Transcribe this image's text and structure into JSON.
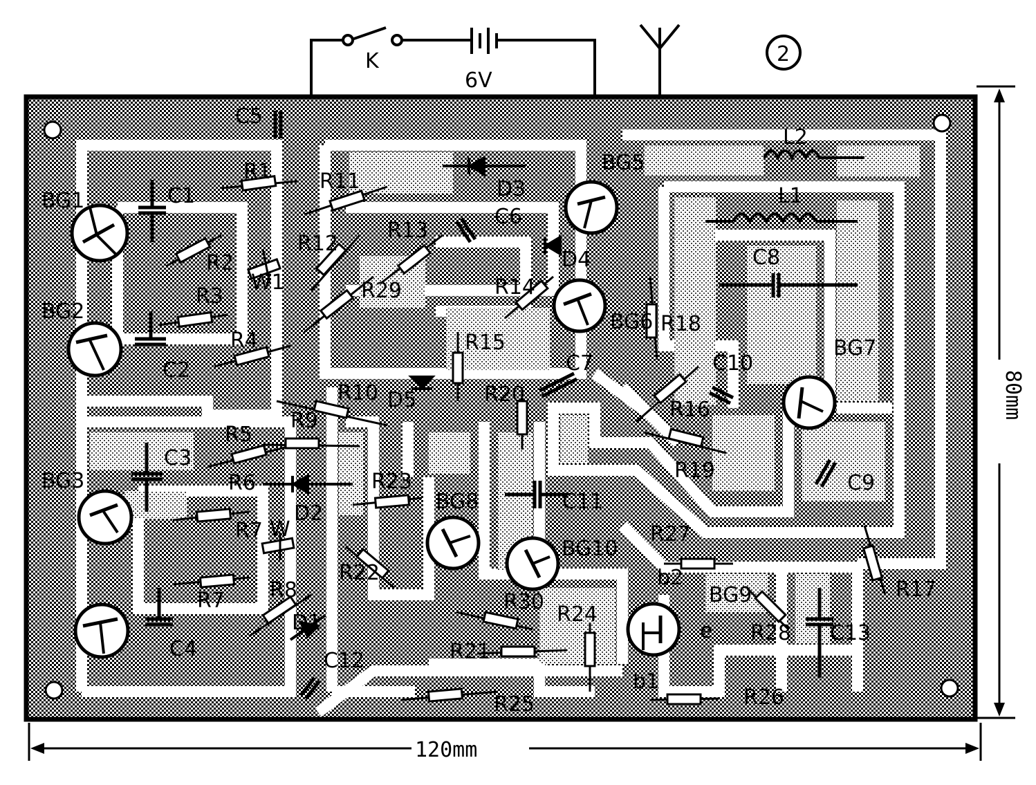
{
  "figure": {
    "number": "2",
    "supply": {
      "switch_label": "K",
      "battery_label": "6V"
    },
    "dimensions": {
      "width": "120mm",
      "height": "80mm"
    },
    "transistors": [
      {
        "id": "bg1",
        "label": "BG1"
      },
      {
        "id": "bg2",
        "label": "BG2"
      },
      {
        "id": "bg3",
        "label": "BG3"
      },
      {
        "id": "bg4",
        "label": ""
      },
      {
        "id": "bg5",
        "label": "BG5"
      },
      {
        "id": "bg6",
        "label": "BG6"
      },
      {
        "id": "bg7",
        "label": "BG7"
      },
      {
        "id": "bg8",
        "label": "BG8"
      },
      {
        "id": "bg9",
        "label": "BG9"
      },
      {
        "id": "bg10",
        "label": "BG10"
      }
    ],
    "components": {
      "R1": "R1",
      "R2": "R2",
      "R3": "R3",
      "R4": "R4",
      "R5": "R5",
      "R6": "R6",
      "R7a": "R7",
      "R7b": "R7",
      "R8": "R8",
      "R9": "R9",
      "R10": "R10",
      "R11": "R11",
      "R12": "R12",
      "R13": "R13",
      "R14": "R14",
      "R15": "R15",
      "R16": "R16",
      "R17": "R17",
      "R18": "R18",
      "R19": "R19",
      "R20": "R20",
      "R21": "R21",
      "R22": "R22",
      "R23": "R23",
      "R24": "R24",
      "R25": "R25",
      "R26": "R26",
      "R27": "R27",
      "R28": "R28",
      "R29": "R29",
      "R30": "R30",
      "C1": "C1",
      "C2": "C2",
      "C3": "C3",
      "C4": "C4",
      "C5": "C5",
      "C6": "C6",
      "C7": "C7",
      "C8": "C8",
      "C9": "C9",
      "C10": "C10",
      "C11": "C11",
      "C12": "C12",
      "C13": "C13",
      "D1": "D1",
      "D2": "D2",
      "D3": "D3",
      "D4": "D4",
      "D5": "D5",
      "L1": "L1",
      "L2": "L2",
      "W1": "W1",
      "W2": "W",
      "b1": "b1",
      "b2": "b2",
      "e": "e"
    }
  }
}
